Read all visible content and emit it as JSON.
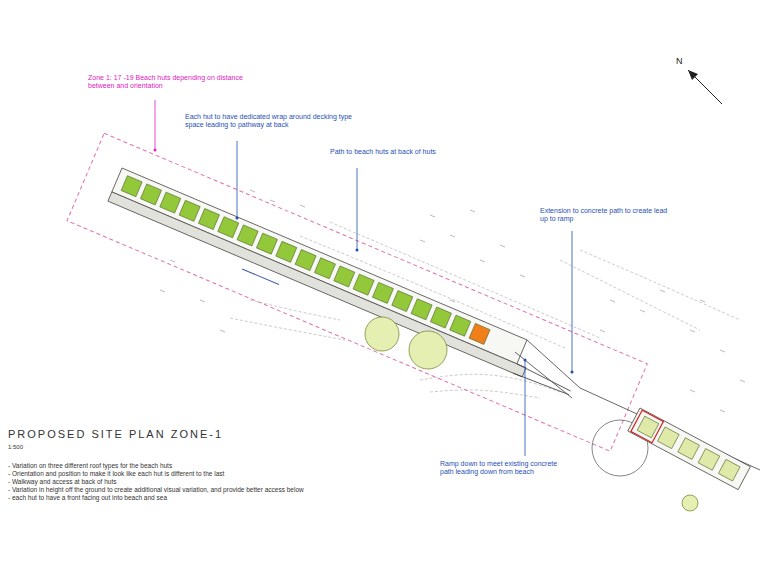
{
  "diagram": {
    "title": "PROPOSED SITE PLAN ZONE-1",
    "labels": [
      "Zone 1: 17 -19 Beach huts depending on distance between and orientation",
      "Each hut to have dedicated wrap around decking type space leading to pathway at back",
      "Path to beach huts at back of huts",
      "Extension to concrete path to create lead up to ramp",
      "Ramp down to meet existing concrete path leading down from beach",
      "N",
      "1:500",
      "- Variation on three different roof types for the beach huts",
      "- Orientation and position to make it look like each hut is different to the last",
      "- Walkway and access at back of huts",
      "- Variation in height off the ground to create additional visual variation, and provide better access below",
      "- each hut to have a front facing out into beach and sea"
    ]
  }
}
